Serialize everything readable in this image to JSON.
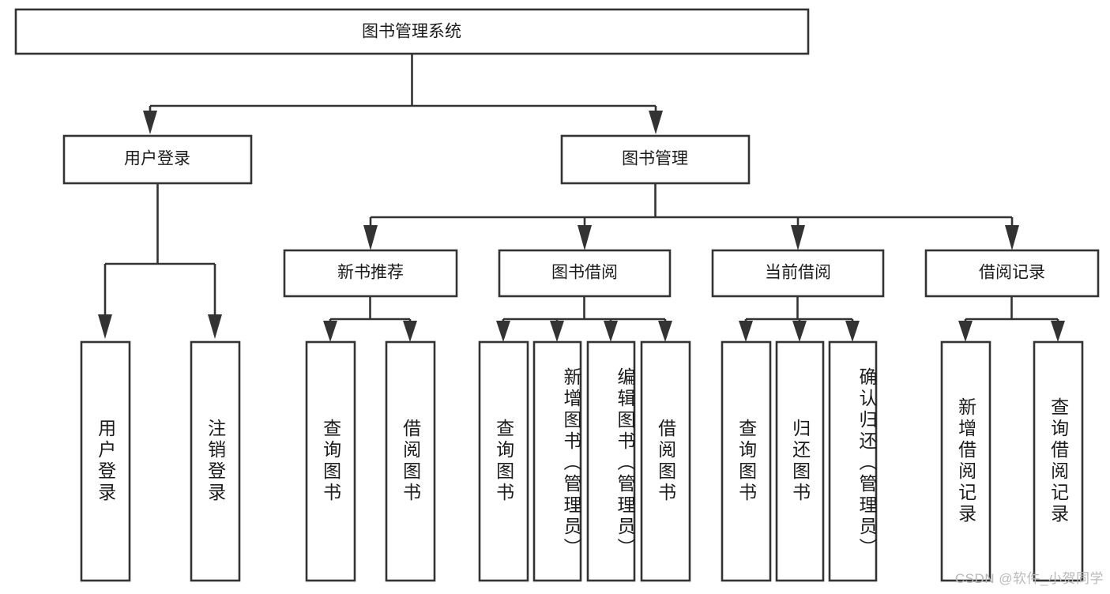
{
  "diagram": {
    "type": "tree-hierarchy",
    "title": "图书管理系统",
    "orientation": "top-down",
    "watermark": "CSDN @软件_小贺同学",
    "levels": [
      {
        "level": 1,
        "nodes": [
          {
            "id": "root",
            "label": "图书管理系统",
            "text_direction": "horizontal"
          }
        ]
      },
      {
        "level": 2,
        "nodes": [
          {
            "id": "user-login",
            "label": "用户登录",
            "text_direction": "horizontal",
            "parent": "root"
          },
          {
            "id": "book-manage",
            "label": "图书管理",
            "text_direction": "horizontal",
            "parent": "root"
          }
        ]
      },
      {
        "level": 3,
        "nodes": [
          {
            "id": "new-book-rec",
            "label": "新书推荐",
            "text_direction": "horizontal",
            "parent": "book-manage"
          },
          {
            "id": "book-borrow",
            "label": "图书借阅",
            "text_direction": "horizontal",
            "parent": "book-manage"
          },
          {
            "id": "current-borrow",
            "label": "当前借阅",
            "text_direction": "horizontal",
            "parent": "book-manage"
          },
          {
            "id": "borrow-record",
            "label": "借阅记录",
            "text_direction": "horizontal",
            "parent": "book-manage"
          }
        ]
      },
      {
        "level": 4,
        "nodes": [
          {
            "id": "leaf-1",
            "label": "用户登录",
            "text_direction": "vertical",
            "parent": "user-login"
          },
          {
            "id": "leaf-2",
            "label": "注销登录",
            "text_direction": "vertical",
            "parent": "user-login"
          },
          {
            "id": "leaf-3",
            "label": "查询图书",
            "text_direction": "vertical",
            "parent": "new-book-rec"
          },
          {
            "id": "leaf-4",
            "label": "借阅图书",
            "text_direction": "vertical",
            "parent": "new-book-rec"
          },
          {
            "id": "leaf-5",
            "label": "查询图书",
            "text_direction": "vertical",
            "parent": "book-borrow"
          },
          {
            "id": "leaf-6",
            "label": "新增图书（管理员）",
            "text_direction": "vertical",
            "parent": "book-borrow"
          },
          {
            "id": "leaf-7",
            "label": "编辑图书（管理员）",
            "text_direction": "vertical",
            "parent": "book-borrow"
          },
          {
            "id": "leaf-8",
            "label": "借阅图书",
            "text_direction": "vertical",
            "parent": "book-borrow"
          },
          {
            "id": "leaf-9",
            "label": "查询图书",
            "text_direction": "vertical",
            "parent": "current-borrow"
          },
          {
            "id": "leaf-10",
            "label": "归还图书",
            "text_direction": "vertical",
            "parent": "current-borrow"
          },
          {
            "id": "leaf-11",
            "label": "确认归还（管理员）",
            "text_direction": "vertical",
            "parent": "current-borrow"
          },
          {
            "id": "leaf-12",
            "label": "新增借阅记录",
            "text_direction": "vertical",
            "parent": "borrow-record"
          },
          {
            "id": "leaf-13",
            "label": "查询借阅记录",
            "text_direction": "vertical",
            "parent": "borrow-record"
          }
        ]
      }
    ],
    "colors": {
      "background": "#ffffff",
      "box_fill": "#ffffff",
      "box_stroke": "#333333",
      "connector": "#333333",
      "text": "#1b1b1b",
      "watermark": "#b9b9b9"
    }
  }
}
